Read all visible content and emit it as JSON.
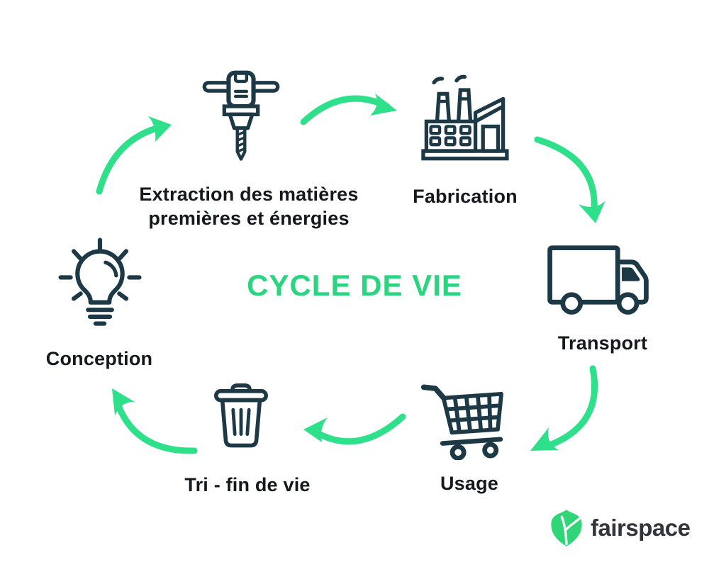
{
  "title": "CYCLE DE VIE",
  "stages": [
    {
      "name": "extraction",
      "label": "Extraction des matières\npremières et énergies",
      "icon": "jackhammer-icon"
    },
    {
      "name": "fabrication",
      "label": "Fabrication",
      "icon": "factory-icon"
    },
    {
      "name": "transport",
      "label": "Transport",
      "icon": "truck-icon"
    },
    {
      "name": "usage",
      "label": "Usage",
      "icon": "shopping-cart-icon"
    },
    {
      "name": "tri-fin-de-vie",
      "label": "Tri - fin de vie",
      "icon": "trash-bin-icon"
    },
    {
      "name": "conception",
      "label": "Conception",
      "icon": "light-bulb-icon"
    }
  ],
  "arrows": [
    {
      "from": "extraction",
      "to": "fabrication"
    },
    {
      "from": "fabrication",
      "to": "transport"
    },
    {
      "from": "transport",
      "to": "usage"
    },
    {
      "from": "usage",
      "to": "tri-fin-de-vie"
    },
    {
      "from": "tri-fin-de-vie",
      "to": "conception"
    },
    {
      "from": "conception",
      "to": "extraction"
    }
  ],
  "logo": {
    "text": "fairspace",
    "icon": "leaf-icon"
  },
  "colors": {
    "background": "#FFFFFF",
    "icon": "#1C3945",
    "label": "#15191E",
    "title": "#2BD47F",
    "arrow": "#2EE08A",
    "logo_text": "#33333C",
    "logo_leaf": "#2FD577"
  }
}
